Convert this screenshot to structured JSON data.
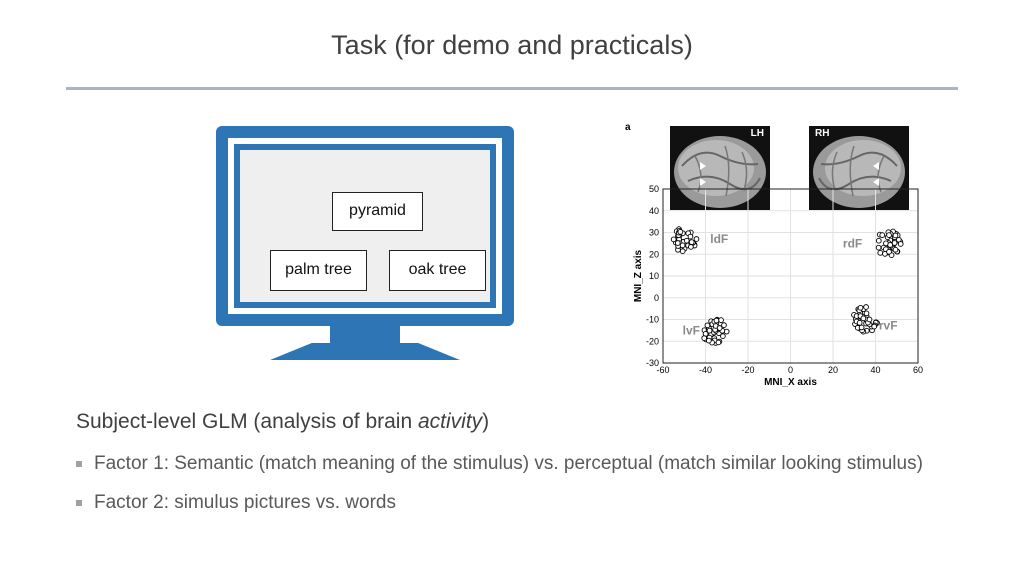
{
  "slide": {
    "title": "Task (for demo and practicals)"
  },
  "monitor": {
    "words": [
      "pyramid",
      "palm tree",
      "oak tree"
    ]
  },
  "figure": {
    "panel_letter": "a",
    "brain_labels": [
      "LH",
      "RH"
    ],
    "chart_data": {
      "type": "scatter",
      "xlabel": "MNI_X axis",
      "ylabel": "MNI_Z axis",
      "xlim": [
        -60,
        60
      ],
      "ylim": [
        -30,
        50
      ],
      "xticks": [
        -60,
        -40,
        -20,
        0,
        20,
        40,
        60
      ],
      "yticks": [
        50,
        40,
        30,
        20,
        10,
        0,
        -10,
        -20,
        -30
      ],
      "grid": true,
      "clusters": [
        {
          "name": "ldF",
          "center_x": -50,
          "center_z": 27
        },
        {
          "name": "rdF",
          "center_x": 46,
          "center_z": 25
        },
        {
          "name": "lvF",
          "center_x": -36,
          "center_z": -15
        },
        {
          "name": "rvF",
          "center_x": 35,
          "center_z": -10
        }
      ]
    }
  },
  "content": {
    "subhead_main": "Subject-level GLM (analysis of brain ",
    "subhead_italic": "activity",
    "subhead_end": ")",
    "bullets": [
      "Factor 1: Semantic (match meaning of the stimulus) vs. perceptual (match similar looking stimulus)",
      "Factor 2: simulus pictures vs. words"
    ]
  }
}
